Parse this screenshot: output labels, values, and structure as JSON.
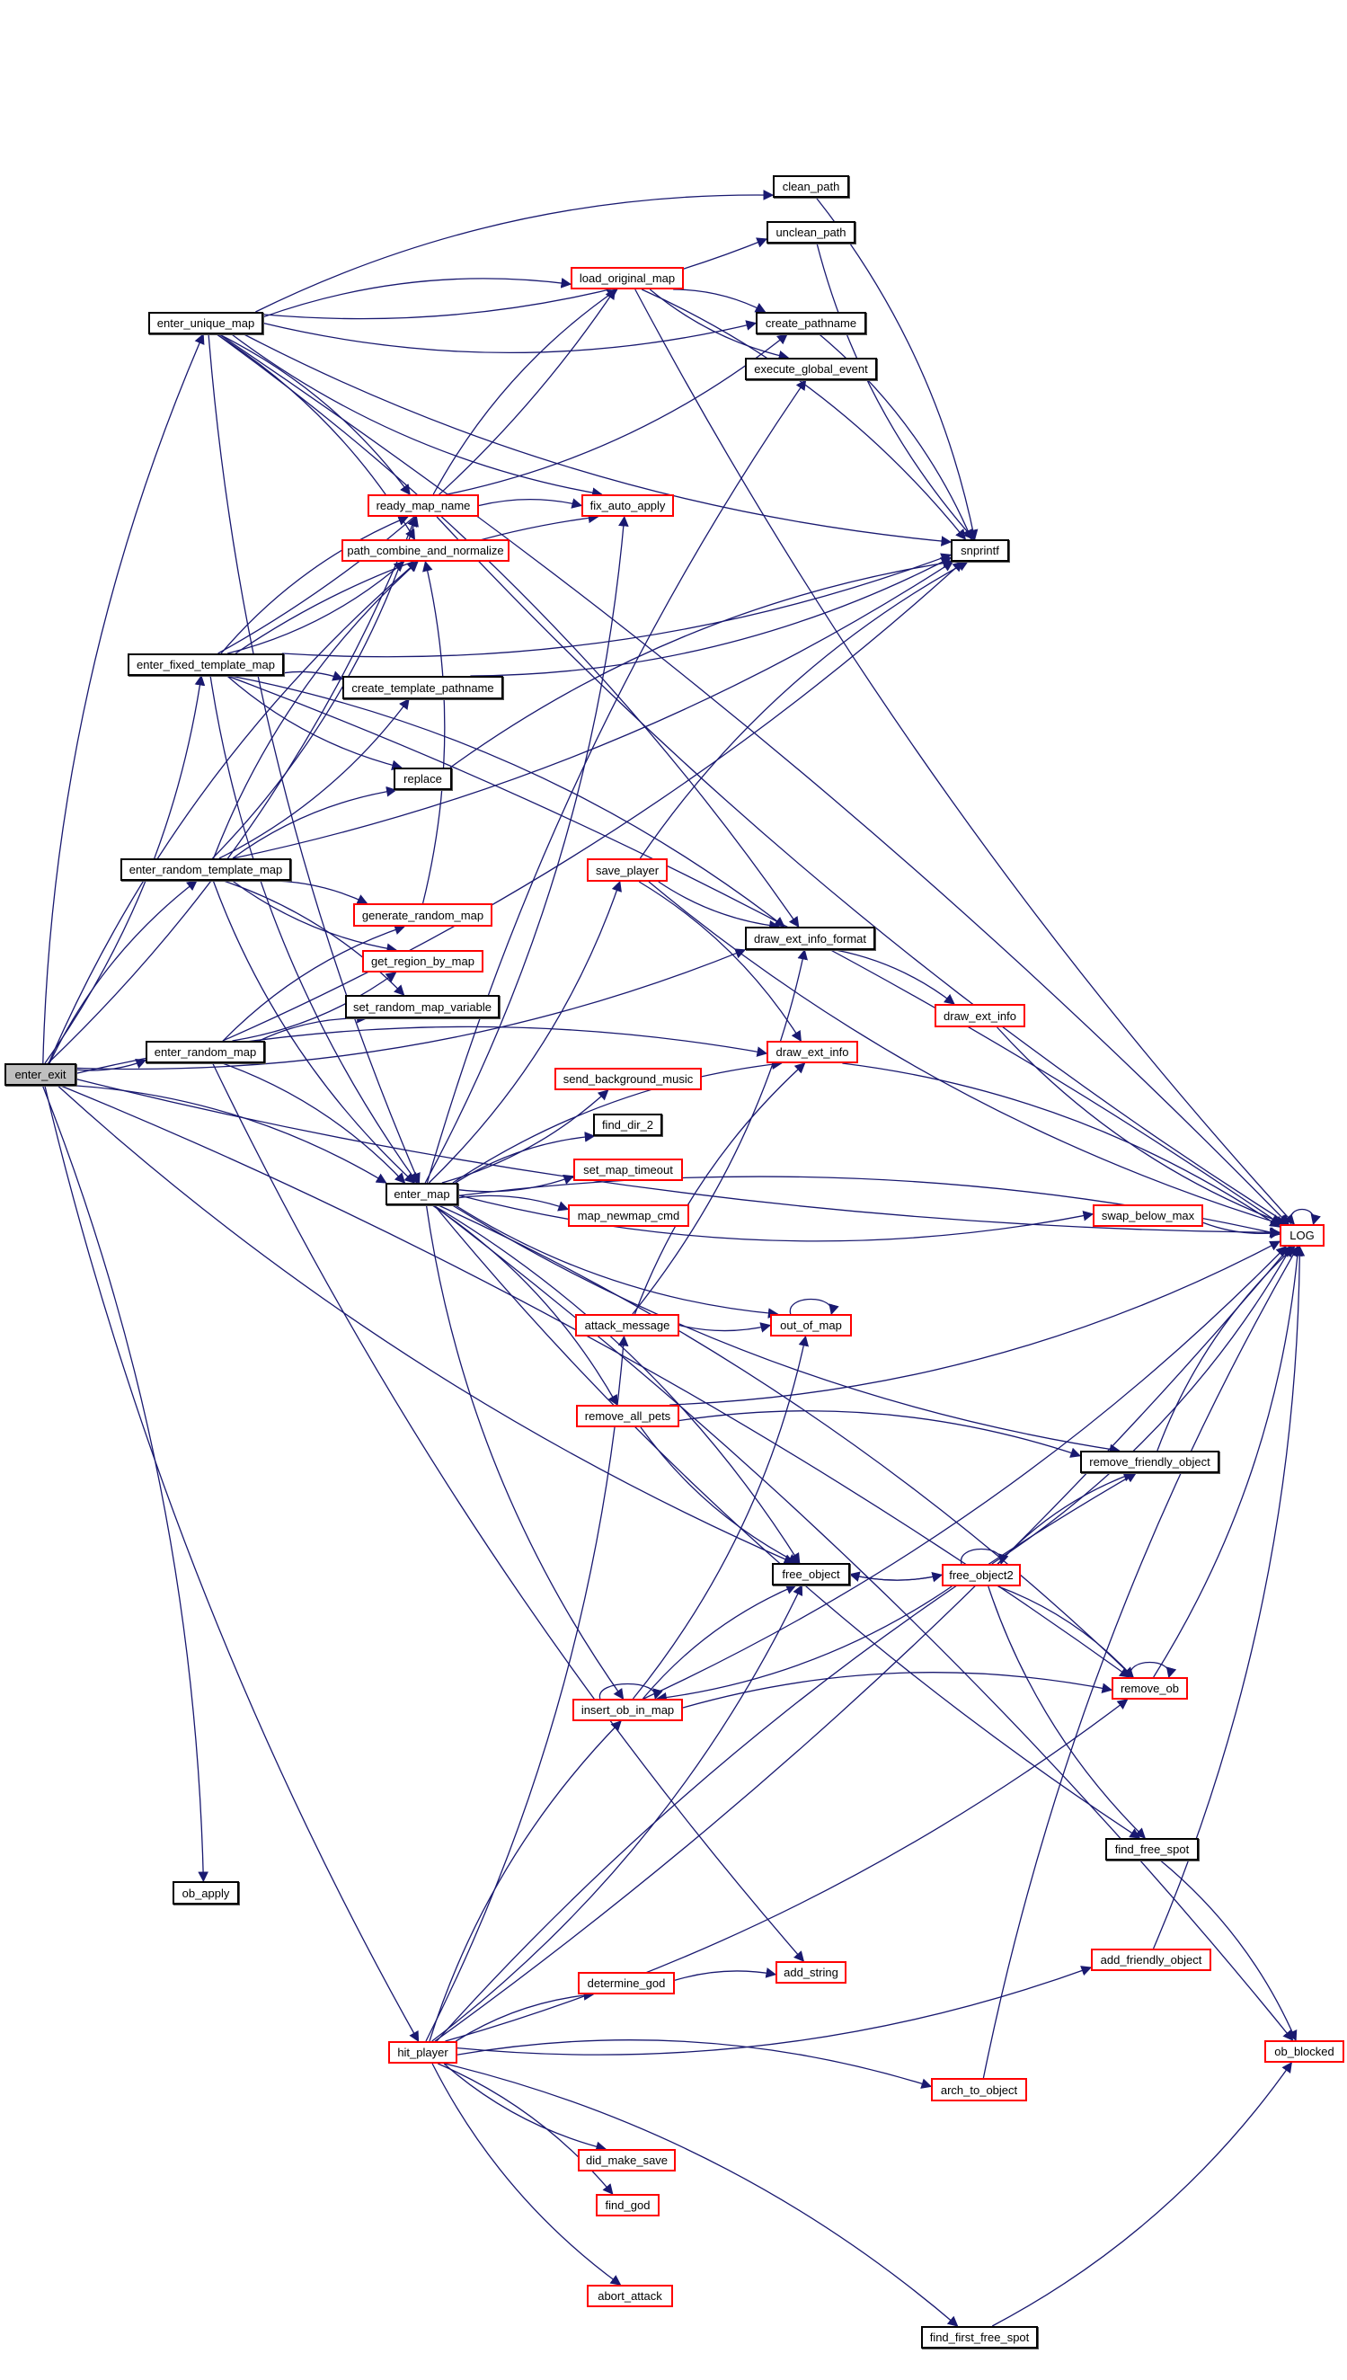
{
  "title": "enter_exit call graph",
  "colors": {
    "edge": "#191970",
    "node_border": "#000000",
    "truncated_node_border": "#ff0000",
    "root_fill": "#bfbfbf"
  },
  "root": "enter_exit",
  "nodes": [
    {
      "id": "enter_exit",
      "label": "enter_exit",
      "style": "root"
    },
    {
      "id": "enter_unique_map",
      "label": "enter_unique_map",
      "style": "normal"
    },
    {
      "id": "enter_fixed_template_map",
      "label": "enter_fixed_template_map",
      "style": "normal"
    },
    {
      "id": "enter_random_template_map",
      "label": "enter_random_template_map",
      "style": "normal"
    },
    {
      "id": "enter_random_map",
      "label": "enter_random_map",
      "style": "normal"
    },
    {
      "id": "ob_apply",
      "label": "ob_apply",
      "style": "normal"
    },
    {
      "id": "hit_player",
      "label": "hit_player",
      "style": "truncated"
    },
    {
      "id": "enter_map",
      "label": "enter_map",
      "style": "normal"
    },
    {
      "id": "clean_path",
      "label": "clean_path",
      "style": "normal"
    },
    {
      "id": "unclean_path",
      "label": "unclean_path",
      "style": "normal"
    },
    {
      "id": "load_original_map",
      "label": "load_original_map",
      "style": "truncated"
    },
    {
      "id": "create_pathname",
      "label": "create_pathname",
      "style": "normal"
    },
    {
      "id": "execute_global_event",
      "label": "execute_global_event",
      "style": "normal"
    },
    {
      "id": "ready_map_name",
      "label": "ready_map_name",
      "style": "truncated"
    },
    {
      "id": "fix_auto_apply",
      "label": "fix_auto_apply",
      "style": "truncated"
    },
    {
      "id": "path_combine_and_normalize",
      "label": "path_combine_and_normalize",
      "style": "truncated"
    },
    {
      "id": "snprintf",
      "label": "snprintf",
      "style": "normal"
    },
    {
      "id": "create_template_pathname",
      "label": "create_template_pathname",
      "style": "normal"
    },
    {
      "id": "replace",
      "label": "replace",
      "style": "normal"
    },
    {
      "id": "save_player",
      "label": "save_player",
      "style": "truncated"
    },
    {
      "id": "generate_random_map",
      "label": "generate_random_map",
      "style": "truncated"
    },
    {
      "id": "draw_ext_info_format",
      "label": "draw_ext_info_format",
      "style": "normal"
    },
    {
      "id": "get_region_by_map",
      "label": "get_region_by_map",
      "style": "truncated"
    },
    {
      "id": "set_random_map_variable",
      "label": "set_random_map_variable",
      "style": "normal"
    },
    {
      "id": "draw_ext_info_a",
      "label": "draw_ext_info",
      "style": "truncated"
    },
    {
      "id": "draw_ext_info_b",
      "label": "draw_ext_info",
      "style": "truncated"
    },
    {
      "id": "send_background_music",
      "label": "send_background_music",
      "style": "truncated"
    },
    {
      "id": "find_dir_2",
      "label": "find_dir_2",
      "style": "normal"
    },
    {
      "id": "set_map_timeout",
      "label": "set_map_timeout",
      "style": "truncated"
    },
    {
      "id": "map_newmap_cmd",
      "label": "map_newmap_cmd",
      "style": "truncated"
    },
    {
      "id": "swap_below_max",
      "label": "swap_below_max",
      "style": "truncated"
    },
    {
      "id": "LOG",
      "label": "LOG",
      "style": "truncated"
    },
    {
      "id": "attack_message",
      "label": "attack_message",
      "style": "truncated"
    },
    {
      "id": "out_of_map",
      "label": "out_of_map",
      "style": "truncated"
    },
    {
      "id": "remove_all_pets",
      "label": "remove_all_pets",
      "style": "truncated"
    },
    {
      "id": "remove_friendly_object",
      "label": "remove_friendly_object",
      "style": "normal"
    },
    {
      "id": "free_object",
      "label": "free_object",
      "style": "normal"
    },
    {
      "id": "free_object2",
      "label": "free_object2",
      "style": "truncated"
    },
    {
      "id": "insert_ob_in_map",
      "label": "insert_ob_in_map",
      "style": "truncated"
    },
    {
      "id": "remove_ob",
      "label": "remove_ob",
      "style": "truncated"
    },
    {
      "id": "find_free_spot",
      "label": "find_free_spot",
      "style": "normal"
    },
    {
      "id": "determine_god",
      "label": "determine_god",
      "style": "truncated"
    },
    {
      "id": "add_string",
      "label": "add_string",
      "style": "truncated"
    },
    {
      "id": "add_friendly_object",
      "label": "add_friendly_object",
      "style": "truncated"
    },
    {
      "id": "ob_blocked",
      "label": "ob_blocked",
      "style": "truncated"
    },
    {
      "id": "arch_to_object",
      "label": "arch_to_object",
      "style": "truncated"
    },
    {
      "id": "did_make_save",
      "label": "did_make_save",
      "style": "truncated"
    },
    {
      "id": "find_god",
      "label": "find_god",
      "style": "truncated"
    },
    {
      "id": "abort_attack",
      "label": "abort_attack",
      "style": "truncated"
    },
    {
      "id": "find_first_free_spot",
      "label": "find_first_free_spot",
      "style": "normal"
    }
  ],
  "edges": [
    [
      "enter_exit",
      "enter_unique_map"
    ],
    [
      "enter_exit",
      "enter_fixed_template_map"
    ],
    [
      "enter_exit",
      "enter_random_template_map"
    ],
    [
      "enter_exit",
      "enter_random_map"
    ],
    [
      "enter_exit",
      "ob_apply"
    ],
    [
      "enter_exit",
      "hit_player"
    ],
    [
      "enter_exit",
      "enter_map"
    ],
    [
      "enter_exit",
      "ready_map_name"
    ],
    [
      "enter_exit",
      "path_combine_and_normalize"
    ],
    [
      "enter_exit",
      "draw_ext_info_format"
    ],
    [
      "enter_exit",
      "draw_ext_info_b"
    ],
    [
      "enter_exit",
      "free_object"
    ],
    [
      "enter_exit",
      "remove_ob"
    ],
    [
      "enter_exit",
      "LOG"
    ],
    [
      "enter_unique_map",
      "clean_path"
    ],
    [
      "enter_unique_map",
      "unclean_path"
    ],
    [
      "enter_unique_map",
      "load_original_map"
    ],
    [
      "enter_unique_map",
      "create_pathname"
    ],
    [
      "enter_unique_map",
      "ready_map_name"
    ],
    [
      "enter_unique_map",
      "fix_auto_apply"
    ],
    [
      "enter_unique_map",
      "path_combine_and_normalize"
    ],
    [
      "enter_unique_map",
      "snprintf"
    ],
    [
      "enter_unique_map",
      "draw_ext_info_format"
    ],
    [
      "enter_unique_map",
      "enter_map"
    ],
    [
      "enter_unique_map",
      "LOG"
    ],
    [
      "enter_fixed_template_map",
      "load_original_map"
    ],
    [
      "enter_fixed_template_map",
      "ready_map_name"
    ],
    [
      "enter_fixed_template_map",
      "path_combine_and_normalize"
    ],
    [
      "enter_fixed_template_map",
      "fix_auto_apply"
    ],
    [
      "enter_fixed_template_map",
      "snprintf"
    ],
    [
      "enter_fixed_template_map",
      "create_template_pathname"
    ],
    [
      "enter_fixed_template_map",
      "replace"
    ],
    [
      "enter_fixed_template_map",
      "draw_ext_info_format"
    ],
    [
      "enter_fixed_template_map",
      "enter_map"
    ],
    [
      "enter_fixed_template_map",
      "LOG"
    ],
    [
      "enter_random_template_map",
      "ready_map_name"
    ],
    [
      "enter_random_template_map",
      "path_combine_and_normalize"
    ],
    [
      "enter_random_template_map",
      "create_template_pathname"
    ],
    [
      "enter_random_template_map",
      "replace"
    ],
    [
      "enter_random_template_map",
      "snprintf"
    ],
    [
      "enter_random_template_map",
      "generate_random_map"
    ],
    [
      "enter_random_template_map",
      "get_region_by_map"
    ],
    [
      "enter_random_template_map",
      "set_random_map_variable"
    ],
    [
      "enter_random_template_map",
      "enter_map"
    ],
    [
      "enter_random_map",
      "generate_random_map"
    ],
    [
      "enter_random_map",
      "get_region_by_map"
    ],
    [
      "enter_random_map",
      "set_random_map_variable"
    ],
    [
      "enter_random_map",
      "snprintf"
    ],
    [
      "enter_random_map",
      "enter_map"
    ],
    [
      "enter_random_map",
      "add_string"
    ],
    [
      "load_original_map",
      "create_pathname"
    ],
    [
      "load_original_map",
      "execute_global_event"
    ],
    [
      "load_original_map",
      "snprintf"
    ],
    [
      "load_original_map",
      "LOG"
    ],
    [
      "ready_map_name",
      "load_original_map"
    ],
    [
      "ready_map_name",
      "create_pathname"
    ],
    [
      "ready_map_name",
      "fix_auto_apply"
    ],
    [
      "ready_map_name",
      "LOG"
    ],
    [
      "clean_path",
      "snprintf"
    ],
    [
      "unclean_path",
      "snprintf"
    ],
    [
      "create_pathname",
      "snprintf"
    ],
    [
      "create_template_pathname",
      "snprintf"
    ],
    [
      "replace",
      "snprintf"
    ],
    [
      "generate_random_map",
      "path_combine_and_normalize"
    ],
    [
      "save_player",
      "snprintf"
    ],
    [
      "save_player",
      "draw_ext_info_format"
    ],
    [
      "save_player",
      "draw_ext_info_b"
    ],
    [
      "save_player",
      "LOG"
    ],
    [
      "draw_ext_info_format",
      "draw_ext_info_a"
    ],
    [
      "draw_ext_info_a",
      "LOG"
    ],
    [
      "draw_ext_info_b",
      "LOG"
    ],
    [
      "enter_map",
      "fix_auto_apply"
    ],
    [
      "enter_map",
      "execute_global_event"
    ],
    [
      "enter_map",
      "save_player"
    ],
    [
      "enter_map",
      "draw_ext_info_b"
    ],
    [
      "enter_map",
      "send_background_music"
    ],
    [
      "enter_map",
      "find_dir_2"
    ],
    [
      "enter_map",
      "set_map_timeout"
    ],
    [
      "enter_map",
      "map_newmap_cmd"
    ],
    [
      "enter_map",
      "swap_below_max"
    ],
    [
      "enter_map",
      "LOG"
    ],
    [
      "enter_map",
      "out_of_map"
    ],
    [
      "enter_map",
      "remove_all_pets"
    ],
    [
      "enter_map",
      "remove_friendly_object"
    ],
    [
      "enter_map",
      "free_object"
    ],
    [
      "enter_map",
      "insert_ob_in_map"
    ],
    [
      "enter_map",
      "remove_ob"
    ],
    [
      "enter_map",
      "find_free_spot"
    ],
    [
      "enter_map",
      "ob_blocked"
    ],
    [
      "swap_below_max",
      "LOG"
    ],
    [
      "LOG",
      "LOG"
    ],
    [
      "attack_message",
      "draw_ext_info_format"
    ],
    [
      "attack_message",
      "draw_ext_info_b"
    ],
    [
      "attack_message",
      "out_of_map"
    ],
    [
      "out_of_map",
      "out_of_map"
    ],
    [
      "remove_all_pets",
      "LOG"
    ],
    [
      "remove_all_pets",
      "remove_friendly_object"
    ],
    [
      "remove_all_pets",
      "free_object"
    ],
    [
      "remove_friendly_object",
      "LOG"
    ],
    [
      "free_object",
      "free_object2"
    ],
    [
      "free_object2",
      "free_object"
    ],
    [
      "free_object2",
      "free_object2"
    ],
    [
      "free_object2",
      "remove_friendly_object"
    ],
    [
      "free_object2",
      "LOG"
    ],
    [
      "free_object2",
      "remove_ob"
    ],
    [
      "free_object2",
      "find_free_spot"
    ],
    [
      "free_object2",
      "insert_ob_in_map"
    ],
    [
      "insert_ob_in_map",
      "insert_ob_in_map"
    ],
    [
      "insert_ob_in_map",
      "free_object"
    ],
    [
      "insert_ob_in_map",
      "out_of_map"
    ],
    [
      "insert_ob_in_map",
      "remove_ob"
    ],
    [
      "insert_ob_in_map",
      "LOG"
    ],
    [
      "remove_ob",
      "remove_ob"
    ],
    [
      "remove_ob",
      "LOG"
    ],
    [
      "find_free_spot",
      "ob_blocked"
    ],
    [
      "hit_player",
      "attack_message"
    ],
    [
      "hit_player",
      "remove_friendly_object"
    ],
    [
      "hit_player",
      "free_object"
    ],
    [
      "hit_player",
      "insert_ob_in_map"
    ],
    [
      "hit_player",
      "remove_ob"
    ],
    [
      "hit_player",
      "determine_god"
    ],
    [
      "hit_player",
      "add_friendly_object"
    ],
    [
      "hit_player",
      "arch_to_object"
    ],
    [
      "hit_player",
      "did_make_save"
    ],
    [
      "hit_player",
      "find_god"
    ],
    [
      "hit_player",
      "abort_attack"
    ],
    [
      "hit_player",
      "find_first_free_spot"
    ],
    [
      "hit_player",
      "LOG"
    ],
    [
      "determine_god",
      "add_string"
    ],
    [
      "add_friendly_object",
      "LOG"
    ],
    [
      "arch_to_object",
      "LOG"
    ],
    [
      "find_first_free_spot",
      "ob_blocked"
    ]
  ]
}
